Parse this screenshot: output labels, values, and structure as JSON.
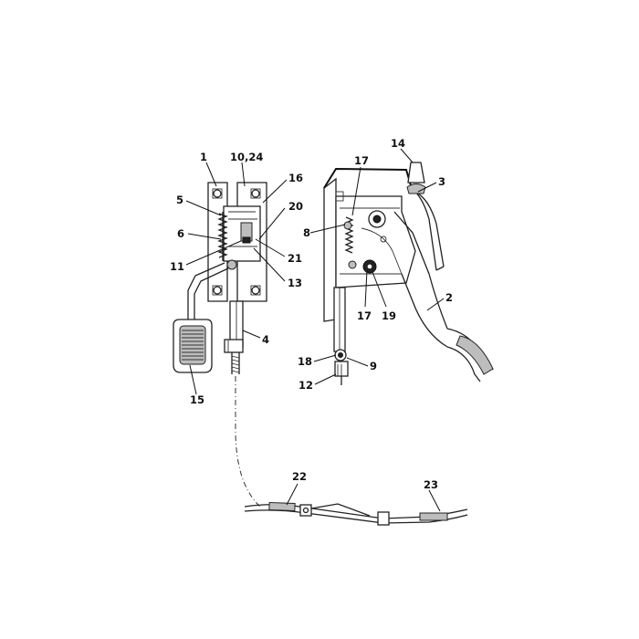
{
  "labels": {
    "l1": "1",
    "l10_24": "10,24",
    "l16": "16",
    "l5": "5",
    "l20": "20",
    "l6": "6",
    "l21": "21",
    "l11": "11",
    "l13": "13",
    "l4": "4",
    "l15": "15",
    "l14": "14",
    "l3": "3",
    "l17a": "17",
    "l8": "8",
    "l17b": "17",
    "l19": "19",
    "l2": "2",
    "l18": "18",
    "l9": "9",
    "l12": "12",
    "l22": "22",
    "l23": "23"
  }
}
